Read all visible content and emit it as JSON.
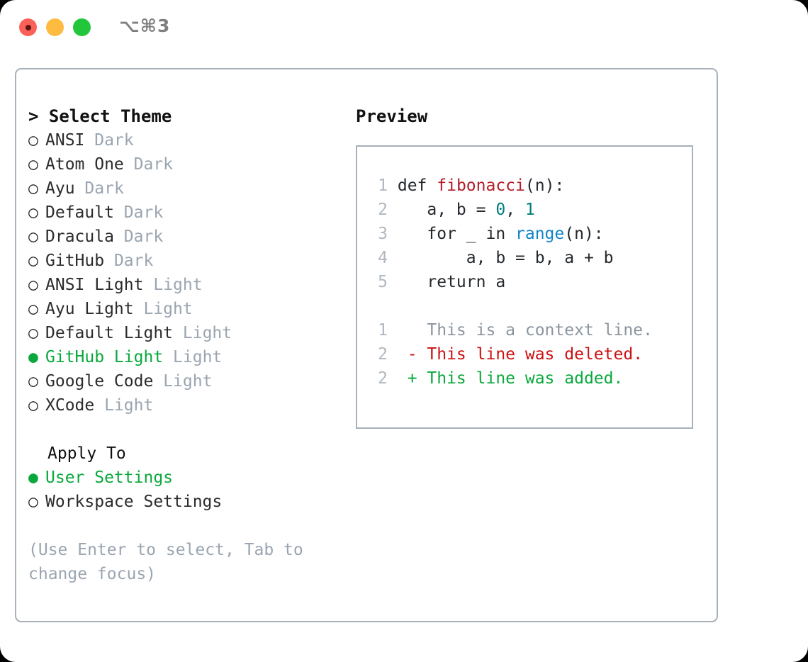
{
  "window": {
    "shortcut": "⌥⌘3",
    "traffic_lights": [
      "close-dot",
      "minimize-dot",
      "maximize-dot"
    ],
    "colors": {
      "close": "#fc6058",
      "minimize": "#fdbc40",
      "maximize": "#21c63a",
      "accent_green": "#0aa83c",
      "muted": "#9aa5b1",
      "border": "#a7b0bb"
    }
  },
  "theme_selector": {
    "header": "> Select Theme",
    "bullet_unselected": "○",
    "bullet_selected": "●",
    "items": [
      {
        "name": "ANSI",
        "variant": "Dark",
        "selected": false
      },
      {
        "name": "Atom One",
        "variant": "Dark",
        "selected": false
      },
      {
        "name": "Ayu",
        "variant": "Dark",
        "selected": false
      },
      {
        "name": "Default",
        "variant": "Dark",
        "selected": false
      },
      {
        "name": "Dracula",
        "variant": "Dark",
        "selected": false
      },
      {
        "name": "GitHub",
        "variant": "Dark",
        "selected": false
      },
      {
        "name": "ANSI Light",
        "variant": "Light",
        "selected": false
      },
      {
        "name": "Ayu Light",
        "variant": "Light",
        "selected": false
      },
      {
        "name": "Default Light",
        "variant": "Light",
        "selected": false
      },
      {
        "name": "GitHub Light",
        "variant": "Light",
        "selected": true
      },
      {
        "name": "Google Code",
        "variant": "Light",
        "selected": false
      },
      {
        "name": "XCode",
        "variant": "Light",
        "selected": false
      }
    ]
  },
  "apply_to": {
    "header": "Apply To",
    "options": [
      {
        "name": "User Settings",
        "selected": true
      },
      {
        "name": "Workspace Settings",
        "selected": false
      }
    ]
  },
  "hint": "(Use Enter to select, Tab to change focus)",
  "preview": {
    "header": "Preview",
    "code_lines": [
      {
        "num": "1",
        "tokens": [
          {
            "text": "def ",
            "cls": "tok-plain"
          },
          {
            "text": "fibonacci",
            "cls": "tok-func"
          },
          {
            "text": "(n):",
            "cls": "tok-plain"
          }
        ]
      },
      {
        "num": "2",
        "tokens": [
          {
            "text": "    a, b = ",
            "cls": "tok-plain"
          },
          {
            "text": "0",
            "cls": "tok-num"
          },
          {
            "text": ", ",
            "cls": "tok-plain"
          },
          {
            "text": "1",
            "cls": "tok-num"
          }
        ]
      },
      {
        "num": "3",
        "tokens": [
          {
            "text": "    for _ in ",
            "cls": "tok-plain"
          },
          {
            "text": "range",
            "cls": "tok-builtin"
          },
          {
            "text": "(n):",
            "cls": "tok-plain"
          }
        ]
      },
      {
        "num": "4",
        "tokens": [
          {
            "text": "        a, b = b, a + b",
            "cls": "tok-plain"
          }
        ]
      },
      {
        "num": "5",
        "tokens": [
          {
            "text": "    return a",
            "cls": "tok-plain"
          }
        ]
      }
    ],
    "diff_lines": [
      {
        "num": "1",
        "marker": " ",
        "text": " This is a context line.",
        "cls": "diff-ctx"
      },
      {
        "num": "2",
        "marker": "-",
        "text": " This line was deleted.",
        "cls": "diff-del"
      },
      {
        "num": "2",
        "marker": "+",
        "text": " This line was added.",
        "cls": "diff-add"
      }
    ]
  }
}
